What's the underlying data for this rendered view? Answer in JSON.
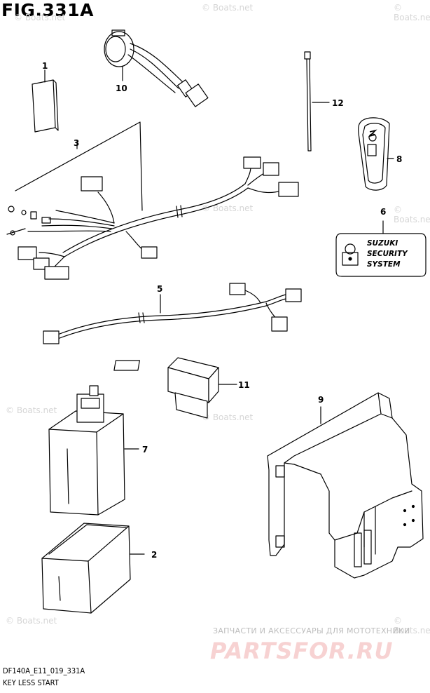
{
  "figure": {
    "title": "FIG.331A",
    "footer_code": "DF140A_E11_019_331A",
    "footer_name": "KEY LESS START"
  },
  "callouts": [
    "1",
    "2",
    "3",
    "5",
    "6",
    "7",
    "8",
    "9",
    "10",
    "11",
    "12"
  ],
  "security_tag": {
    "line1": "SUZUKI",
    "line2": "SECURITY",
    "line3": "SYSTEM"
  },
  "watermark": "© Boats.net",
  "brand": {
    "tagline": "ЗАПЧАСТИ И АКСЕССУАРЫ ДЛЯ МОТОТЕХНИКИ",
    "logo": "PARTSFOR.RU"
  },
  "colors": {
    "line": "#000000",
    "watermark": "#d6d6d6",
    "brand": "#f7d2d2"
  }
}
